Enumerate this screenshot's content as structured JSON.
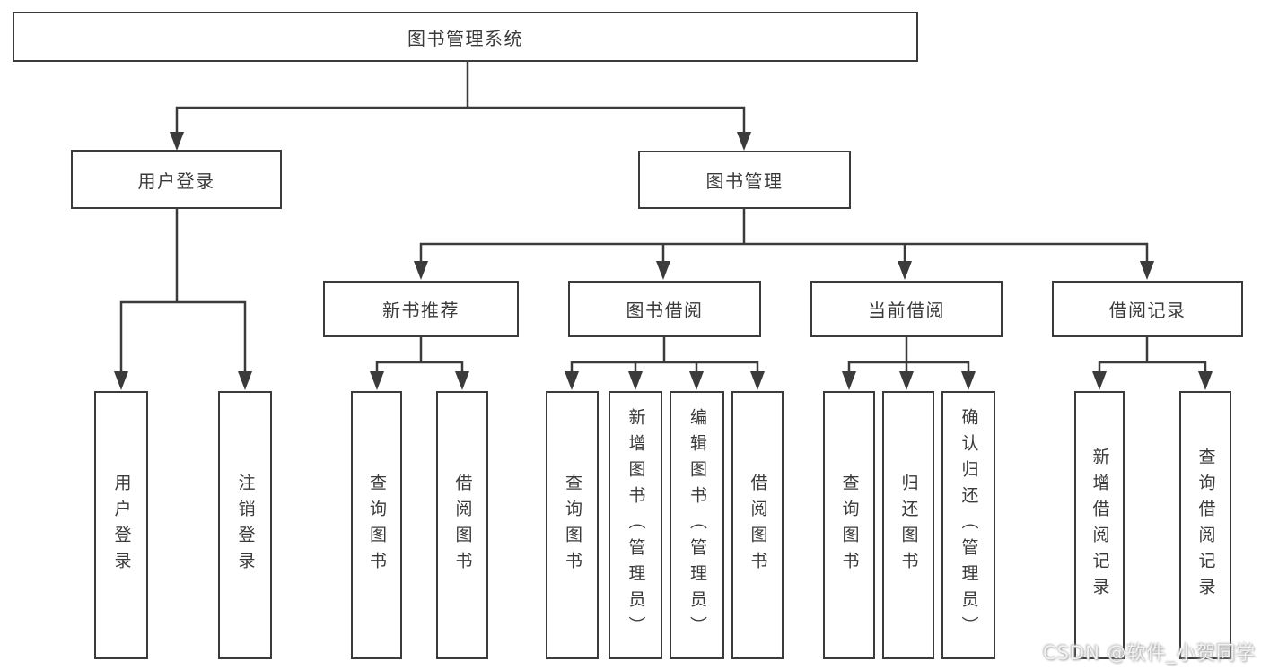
{
  "diagram": {
    "root": {
      "label": "图书管理系统"
    },
    "user_branch": {
      "label": "用户登录",
      "leaves": [
        {
          "label": "用户登录"
        },
        {
          "label": "注销登录"
        }
      ]
    },
    "book_branch": {
      "label": "图书管理",
      "groups": [
        {
          "label": "新书推荐",
          "leaves": [
            {
              "label": "查询图书"
            },
            {
              "label": "借阅图书"
            }
          ]
        },
        {
          "label": "图书借阅",
          "leaves": [
            {
              "label": "查询图书"
            },
            {
              "label": "新增图书（管理员）"
            },
            {
              "label": "编辑图书（管理员）"
            },
            {
              "label": "借阅图书"
            }
          ]
        },
        {
          "label": "当前借阅",
          "leaves": [
            {
              "label": "查询图书"
            },
            {
              "label": "归还图书"
            },
            {
              "label": "确认归还（管理员）"
            }
          ]
        },
        {
          "label": "借阅记录",
          "leaves": [
            {
              "label": "新增借阅记录"
            },
            {
              "label": "查询借阅记录"
            }
          ]
        }
      ]
    }
  },
  "watermark": {
    "text": "CSDN @软件_小贺同学"
  },
  "colors": {
    "line": "#3b3b3b",
    "text": "#3a3a3a",
    "background": "#ffffff"
  }
}
